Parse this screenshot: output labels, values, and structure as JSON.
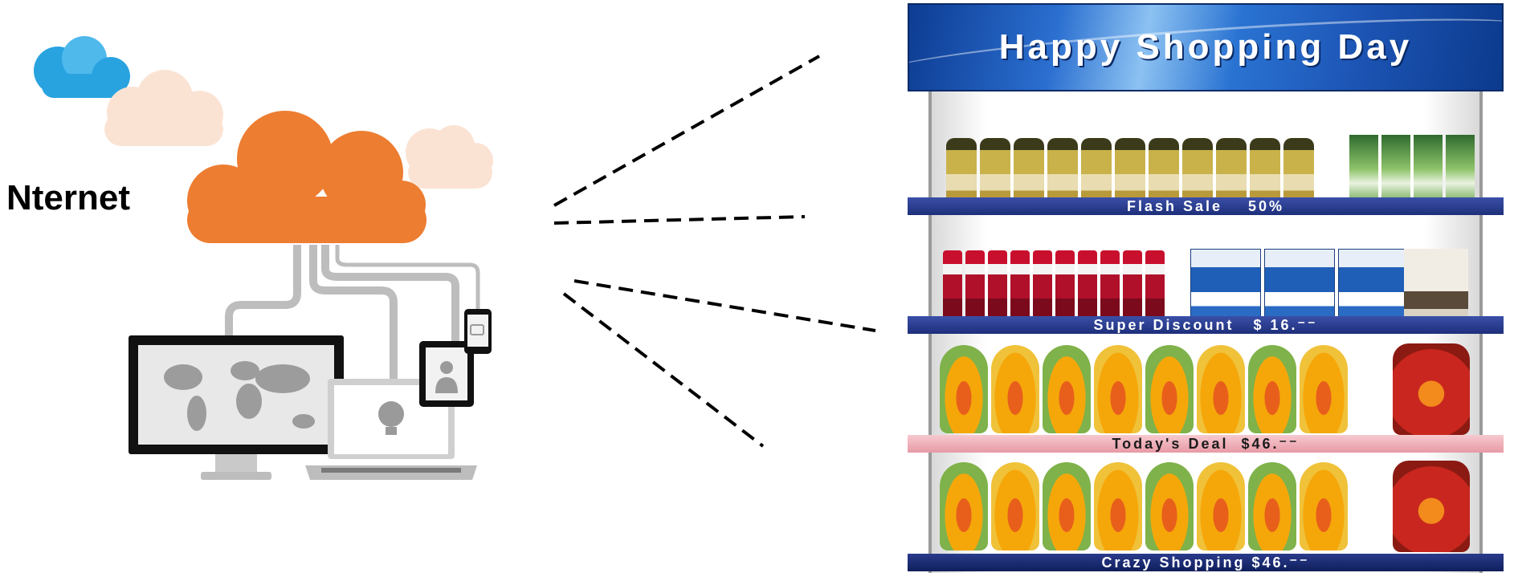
{
  "internet_label": "Nternet",
  "colors": {
    "cloud_orange": "#ed7d31",
    "cloud_peach": "#fbe3d4",
    "cloud_blue": "#29a3e0",
    "cable_gray": "#bdbdbd",
    "dashed_line": "#000000"
  },
  "shelf": {
    "header": "Happy Shopping Day",
    "strip_1": "Flash Sale    50%",
    "strip_2": "Super Discount   $ 16.⁻⁻",
    "strip_3": "Today's Deal  $46.⁻⁻",
    "strip_4": "Crazy Shopping $46.⁻⁻"
  },
  "icons": [
    "cloud-icon",
    "world-map-icon",
    "lightbulb-icon",
    "person-icon",
    "chat-icon"
  ]
}
